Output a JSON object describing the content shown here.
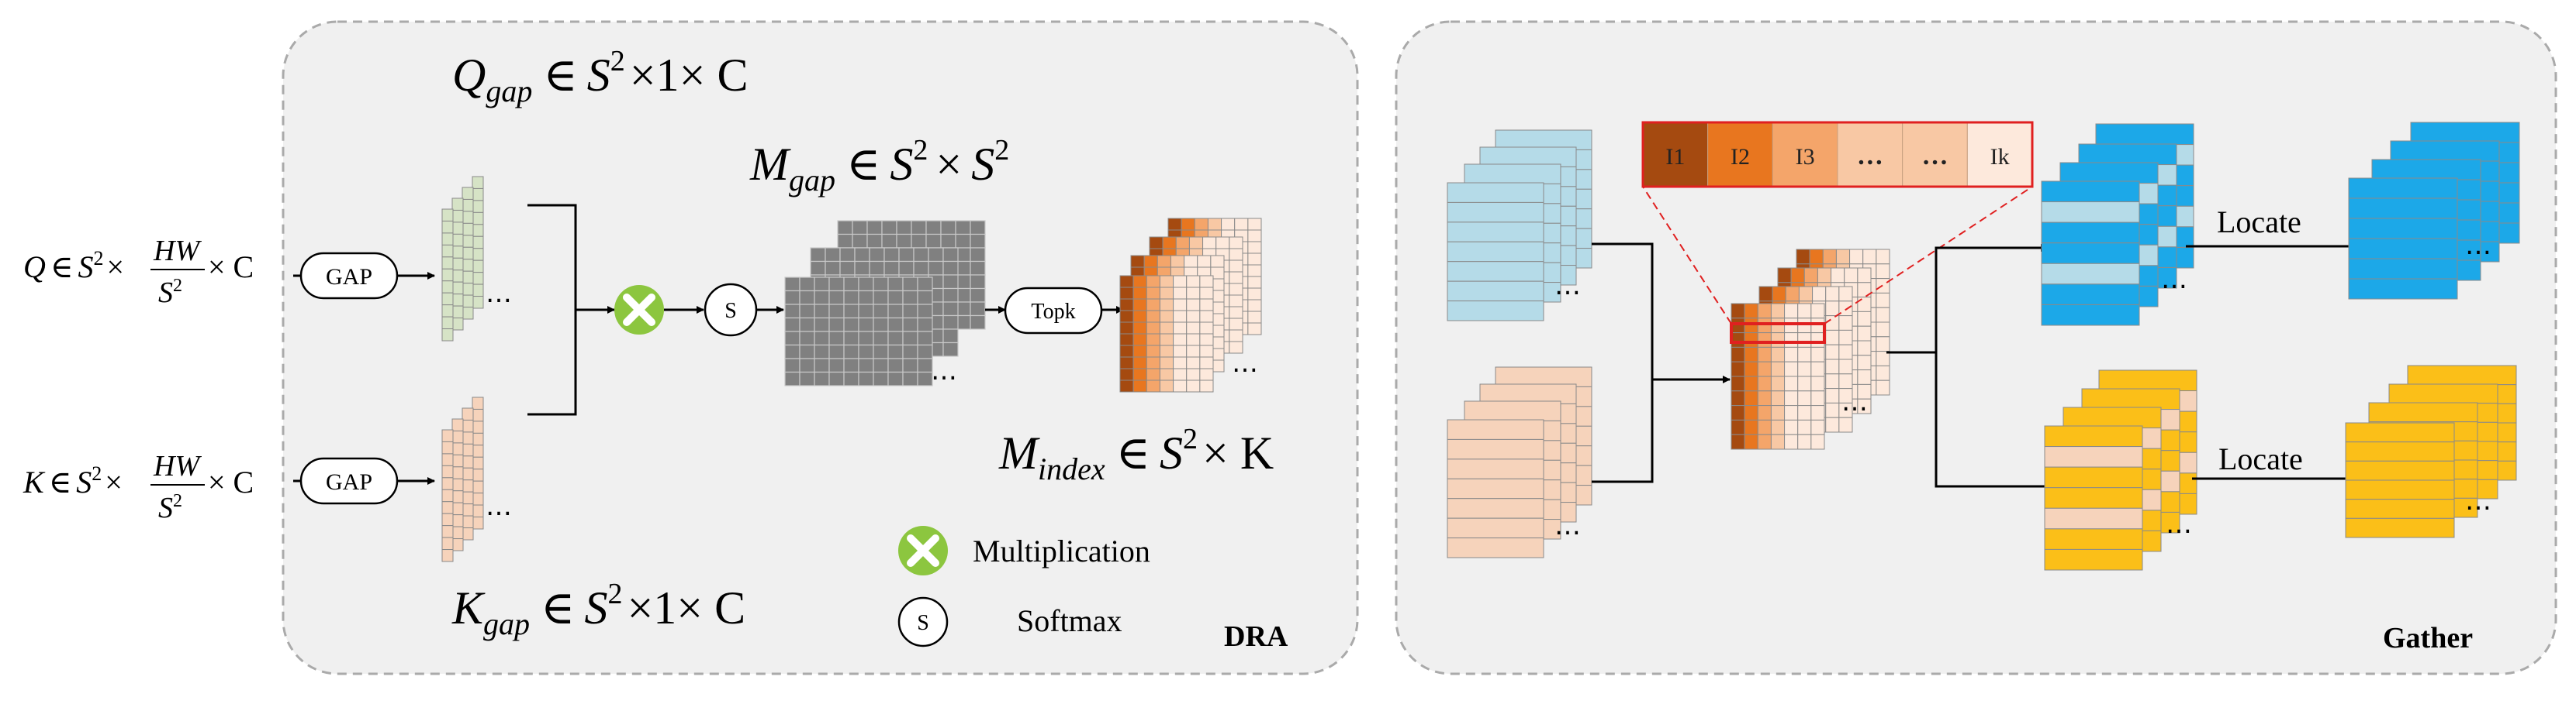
{
  "dra": {
    "label": "DRA",
    "q_input": {
      "var": "Q",
      "rel": "∈",
      "base": "S",
      "exp": "2",
      "times": "×",
      "frac_num": "HW",
      "frac_den": "S",
      "frac_den_exp": "2",
      "tail": "× C"
    },
    "k_input": {
      "var": "K",
      "rel": "∈",
      "base": "S",
      "exp": "2",
      "times": "×",
      "frac_num": "HW",
      "frac_den": "S",
      "frac_den_exp": "2",
      "tail": "× C"
    },
    "gap_label": "GAP",
    "q_gap": {
      "var": "Q",
      "sub": "gap",
      "rel": "∈",
      "base": "S",
      "exp": "2",
      "tail": "×1× C"
    },
    "k_gap": {
      "var": "K",
      "sub": "gap",
      "rel": "∈",
      "base": "S",
      "exp": "2",
      "tail": "×1× C"
    },
    "m_gap": {
      "var": "M",
      "sub": "gap",
      "rel": "∈",
      "base": "S",
      "exp": "2",
      "times": "×",
      "base2": "S",
      "exp2": "2"
    },
    "m_index": {
      "var": "M",
      "sub": "index",
      "rel": "∈",
      "base": "S",
      "exp": "2",
      "tail": "× K"
    },
    "softmax_symbol": "S",
    "topk_label": "Topk",
    "ellipsis": "…",
    "legend": {
      "multiplication": "Multiplication",
      "softmax_symbol": "S",
      "softmax": "Softmax"
    }
  },
  "gather": {
    "label": "Gather",
    "index_cells": [
      "I1",
      "I2",
      "I3",
      "…",
      "…",
      "Ik"
    ],
    "locate_top": "Locate",
    "locate_bottom": "Locate",
    "ellipsis": "…"
  },
  "colors": {
    "panel_bg": "#f0f0f0",
    "panel_border": "#aaaaaa",
    "q_green": "#d6e3c6",
    "k_peach": "#f6d3bb",
    "gray_matrix": "#808080",
    "orange_dark": "#a54a10",
    "orange_mid": "#e8761f",
    "orange_light": "#f4a56a",
    "orange_pale": "#f8c8a4",
    "orange_faint": "#fde9dc",
    "blue_light": "#b5dbe8",
    "blue_bright": "#1ca8e8",
    "yellow": "#fbbf18",
    "red": "#e02020",
    "mult_green": "#8cc63f"
  }
}
